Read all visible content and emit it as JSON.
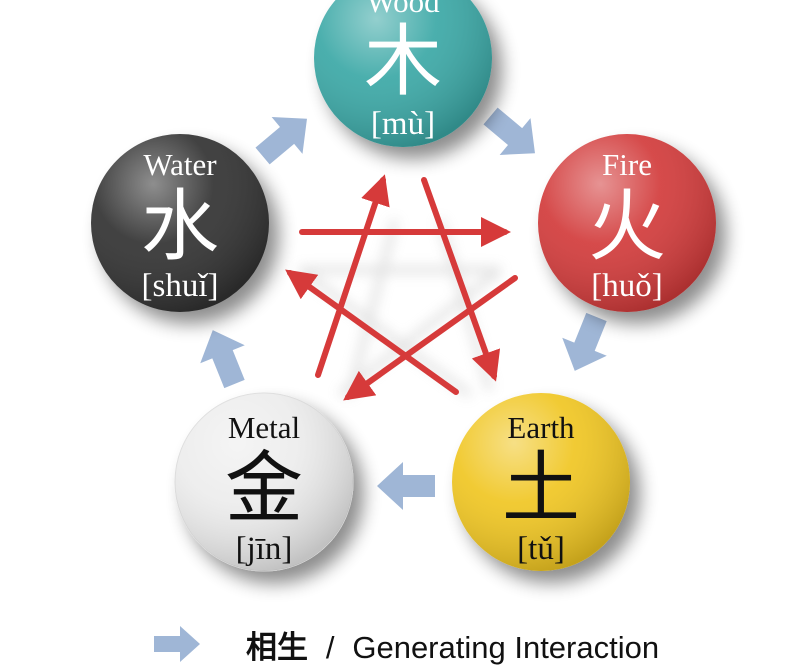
{
  "elements": [
    {
      "key": "wood",
      "name": "Wood",
      "hanzi": "木",
      "pinyin": "[mù]",
      "color": "#3aa8a6",
      "text_color": "#ffffff"
    },
    {
      "key": "fire",
      "name": "Fire",
      "hanzi": "火",
      "pinyin": "[huǒ]",
      "color": "#d23a3a",
      "text_color": "#ffffff"
    },
    {
      "key": "earth",
      "name": "Earth",
      "hanzi": "土",
      "pinyin": "[tǔ]",
      "color": "#f0c624",
      "text_color": "#111111"
    },
    {
      "key": "metal",
      "name": "Metal",
      "hanzi": "金",
      "pinyin": "[jīn]",
      "color": "#ececec",
      "text_color": "#111111"
    },
    {
      "key": "water",
      "name": "Water",
      "hanzi": "水",
      "pinyin": "[shuǐ]",
      "color": "#333333",
      "text_color": "#ffffff"
    }
  ],
  "colors": {
    "generating_arrow": "#9fb6d6",
    "controlling_arrow": "#d63a3a"
  },
  "legend": {
    "hanzi": "相生",
    "separator": "/",
    "label": "Generating Interaction"
  }
}
